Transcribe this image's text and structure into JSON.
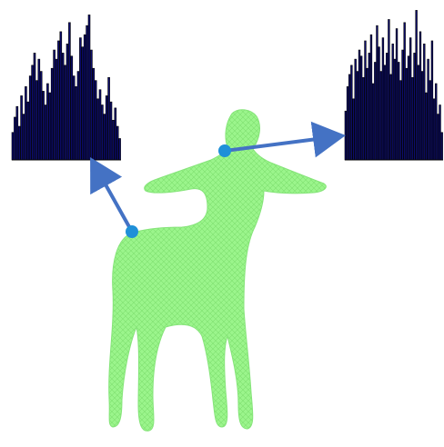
{
  "figure": {
    "colors": {
      "background": "#ffffff",
      "mesh": "#9bf58c",
      "mesh_dark": "#86e47a",
      "histogram_bar": "#0c0c6e",
      "histogram_edge": "#000000",
      "arrow": "#4472c4",
      "keypoint": "#1f90d8"
    },
    "histograms": [
      {
        "id": "left",
        "values": [
          0.18,
          0.28,
          0.35,
          0.22,
          0.42,
          0.3,
          0.48,
          0.38,
          0.55,
          0.62,
          0.7,
          0.52,
          0.66,
          0.58,
          0.45,
          0.36,
          0.5,
          0.44,
          0.6,
          0.72,
          0.66,
          0.78,
          0.84,
          0.7,
          0.62,
          0.76,
          0.9,
          0.68,
          0.55,
          0.48,
          0.58,
          0.8,
          0.74,
          0.82,
          0.88,
          0.95,
          0.72,
          0.6,
          0.52,
          0.4,
          0.46,
          0.36,
          0.3,
          0.42,
          0.54,
          0.38,
          0.26,
          0.34,
          0.22,
          0.14
        ]
      },
      {
        "id": "right",
        "values": [
          0.32,
          0.48,
          0.56,
          0.62,
          0.4,
          0.66,
          0.58,
          0.72,
          0.68,
          0.54,
          0.78,
          0.6,
          0.7,
          0.82,
          0.5,
          0.64,
          0.88,
          0.74,
          0.58,
          0.8,
          0.62,
          0.7,
          0.92,
          0.56,
          0.76,
          0.66,
          0.86,
          0.64,
          0.52,
          0.72,
          0.9,
          0.6,
          0.68,
          0.8,
          0.54,
          0.7,
          0.98,
          0.62,
          0.84,
          0.58,
          0.76,
          0.44,
          0.66,
          0.52,
          0.78,
          0.4,
          0.5,
          0.3,
          0.36,
          0.18
        ]
      }
    ],
    "keypoints": [
      {
        "id": "horse-body"
      },
      {
        "id": "human-shoulder"
      }
    ],
    "arrows": [
      {
        "from": "horse-body",
        "to": "left"
      },
      {
        "from": "human-shoulder",
        "to": "right"
      }
    ]
  }
}
